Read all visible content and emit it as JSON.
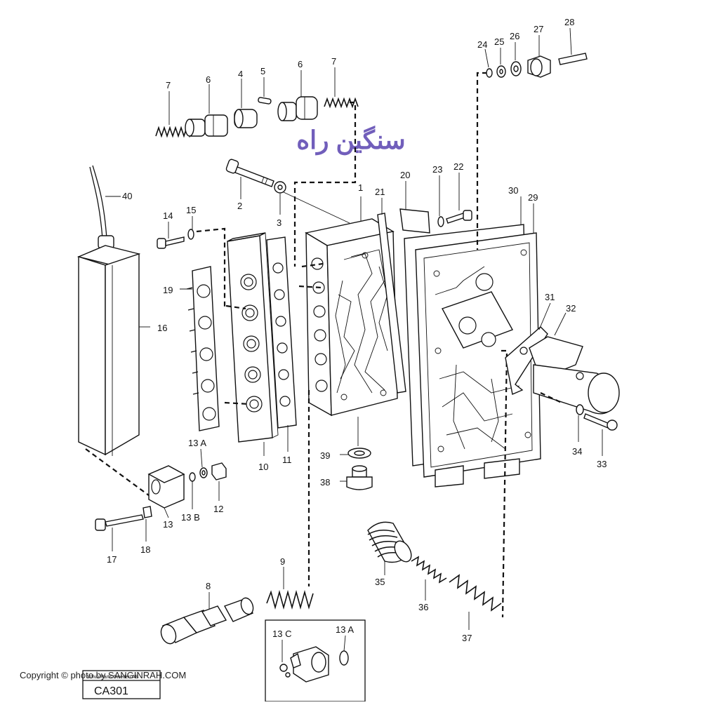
{
  "diagram": {
    "watermark": "سنگین راه",
    "copyright": "Copyright © photo by SANGINRAH.COM",
    "stamp_small": "Volvo Parts Sweden AB",
    "stamp_code": "CA301",
    "labels": {
      "l1": "1",
      "l2": "2",
      "l3": "3",
      "l4": "4",
      "l5": "5",
      "l6a": "6",
      "l6b": "6",
      "l7a": "7",
      "l7b": "7",
      "l8": "8",
      "l9": "9",
      "l10": "10",
      "l11": "11",
      "l12": "12",
      "l13": "13",
      "l13a": "13 A",
      "l13a2": "13 A",
      "l13b": "13 B",
      "l13c": "13 C",
      "l14": "14",
      "l15": "15",
      "l16": "16",
      "l17": "17",
      "l18": "18",
      "l19": "19",
      "l20": "20",
      "l21": "21",
      "l22": "22",
      "l23": "23",
      "l24": "24",
      "l25": "25",
      "l26": "26",
      "l27": "27",
      "l28": "28",
      "l29": "29",
      "l30": "30",
      "l31": "31",
      "l32": "32",
      "l33": "33",
      "l34": "34",
      "l35": "35",
      "l36": "36",
      "l37": "37",
      "l38": "38",
      "l39": "39",
      "l40": "40"
    }
  }
}
